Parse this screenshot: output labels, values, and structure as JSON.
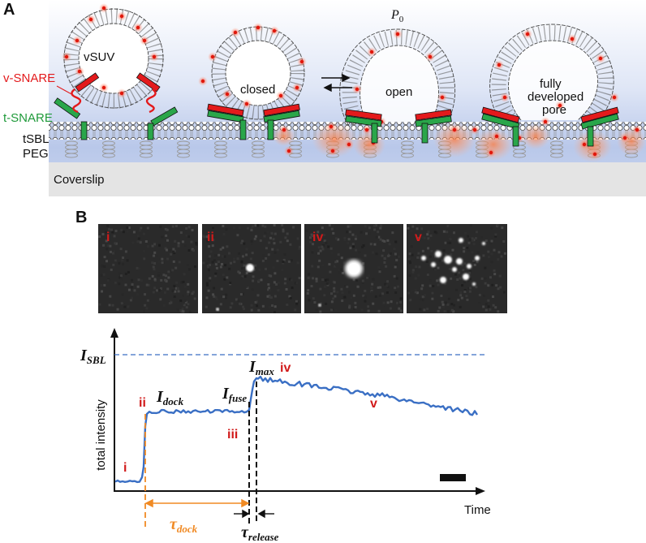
{
  "panel_a": {
    "letter": "A",
    "labels": {
      "vsuv": "vSUV",
      "v_snare": "v-SNARE",
      "t_snare": "t-SNARE",
      "tsbl": "tSBL",
      "peg": "PEG",
      "coverslip": "Coverslip",
      "closed": "closed",
      "open": "open",
      "p0": "P",
      "p0_sub": "0",
      "pore_line1": "fully",
      "pore_line2": "developed",
      "pore_line3": "pore"
    },
    "colors": {
      "v_snare": "#e31a1c",
      "t_snare": "#1f9a3a",
      "background_top": "#ffffff",
      "background_band": "#b9c8ea",
      "coverslip": "#e4e4e4"
    }
  },
  "panel_b": {
    "letter": "B",
    "frame_labels": [
      "i",
      "ii",
      "iv",
      "v"
    ],
    "trace": {
      "y_axis_label": "total intensity",
      "x_axis_label": "Time",
      "i_sbl": {
        "main": "I",
        "sub": "SBL"
      },
      "i_dock": {
        "main": "I",
        "sub": "dock"
      },
      "i_fuse": {
        "main": "I",
        "sub": "fuse"
      },
      "i_max": {
        "main": "I",
        "sub": "max"
      },
      "tau_dock": {
        "main": "τ",
        "sub": "dock"
      },
      "tau_release": {
        "main": "τ",
        "sub": "release"
      },
      "stage_labels": [
        "i",
        "ii",
        "iii",
        "iv",
        "v"
      ],
      "colors": {
        "trace": "#3a6fc4",
        "sbl_line": "#3a6fc4",
        "tau_dock": "#f08a24"
      }
    }
  }
}
